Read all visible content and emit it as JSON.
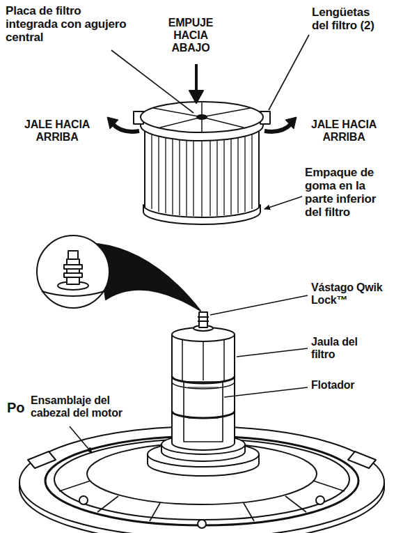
{
  "diagram": {
    "labels": [
      "Placa de filtro integrada con agujero central",
      "EMPUJE HACIA ABAJO",
      "Lengüetas del filtro (2)",
      "JALE HACIA ARRIBA",
      "JALE HACIA ARRIBA",
      "Empaque de goma en la parte inferior del filtro",
      "Vástago Qwik Lock™",
      "Jaula del filtro",
      "Flotador",
      "Po",
      "Ensamblaje del cabezal del motor"
    ]
  }
}
